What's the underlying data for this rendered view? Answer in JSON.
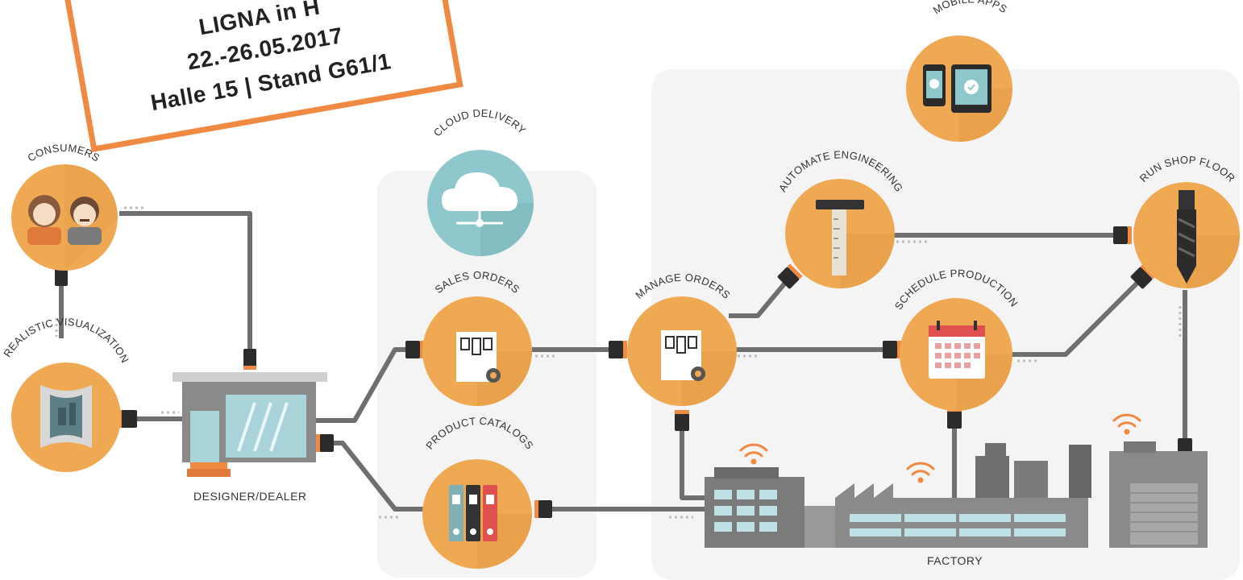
{
  "stamp": {
    "line1": "LIGNA in H",
    "line2": "22.-26.05.2017",
    "line3": "Halle 15 | Stand G61/1"
  },
  "nodes": {
    "consumers": "CONSUMERS",
    "realistic_visualization": "REALISTIC VISUALIZATION",
    "cloud_delivery": "CLOUD DELIVERY",
    "sales_orders": "SALES ORDERS",
    "product_catalogs": "PRODUCT CATALOGS",
    "manage_orders": "MANAGE ORDERS",
    "automate_engineering": "AUTOMATE ENGINEERING",
    "schedule_production": "SCHEDULE PRODUCTION",
    "run_shop_floor": "RUN SHOP FLOOR",
    "mobile_apps": "MOBILE APPS"
  },
  "labels": {
    "designer_dealer": "DESIGNER/DEALER",
    "factory": "FACTORY"
  },
  "colors": {
    "node_orange": "#f0a953",
    "node_teal": "#8ec7cc",
    "line_gray": "#6f6f6f",
    "accent_orange": "#f08a43"
  }
}
